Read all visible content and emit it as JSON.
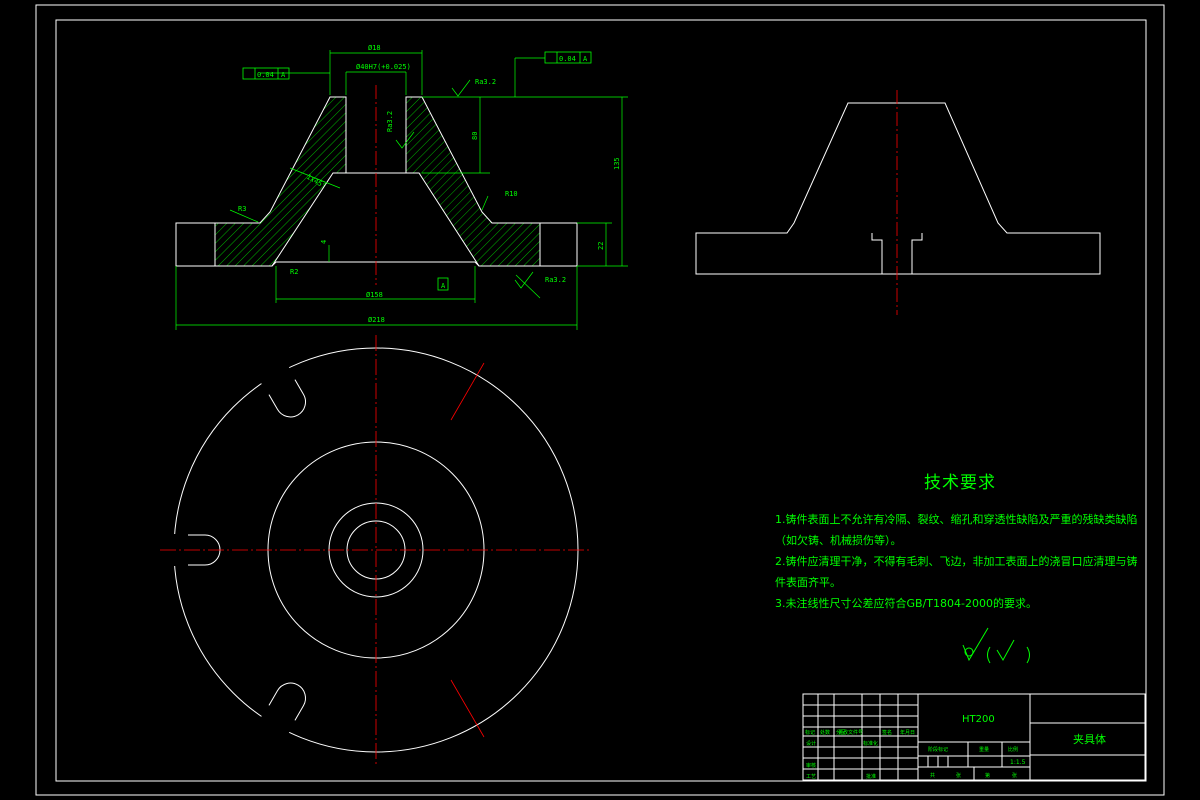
{
  "colors": {
    "background": "#000000",
    "outline": "#ffffff",
    "dimension": "#00ff00",
    "centerline": "#ff0000"
  },
  "dimensions": {
    "top_diameter": "Ø18",
    "bore_fit": "Ø40H7(+0.025)",
    "bore_depth": "80",
    "overall_height": "135",
    "base_thickness": "22",
    "fillet_radius": "R10",
    "corner_radius": "R3",
    "chamfer": "1x45°",
    "bottom_recess": "Ø158",
    "overall_width": "Ø218",
    "undercut_depth": "4",
    "small_radius": "R2",
    "roughness_bore": "Ra3.2",
    "roughness_top": "Ra3.2",
    "roughness_base": "Ra3.2",
    "datum": "A",
    "flatness_left": "0.04",
    "flatness_right": "0.04"
  },
  "tech_requirements": {
    "title": "技术要求",
    "items": [
      "1.铸件表面上不允许有冷隔、裂纹、缩孔和穿透性缺陷及严重的残缺类缺陷（如欠铸、机械损伤等）。",
      "2.铸件应清理干净，不得有毛刺、飞边，非加工表面上的浇冒口应清理与铸件表面齐平。",
      "3.未注线性尺寸公差应符合GB/T1804-2000的要求。"
    ]
  },
  "title_block": {
    "material": "HT200",
    "part_name": "夹具体",
    "scale": "1:1.5",
    "header_cells": [
      "标记",
      "处数",
      "分区",
      "更改文件号",
      "签名",
      "年月日"
    ],
    "design_label": "设计",
    "standard_label": "标准化",
    "review_label": "审核",
    "process_label": "工艺",
    "approve_label": "批准",
    "stage_label": "阶段标记",
    "weight_label": "重量",
    "scale_label": "比例",
    "sheet_total": "共",
    "sheet_label": "张",
    "sheet_num": "第"
  }
}
